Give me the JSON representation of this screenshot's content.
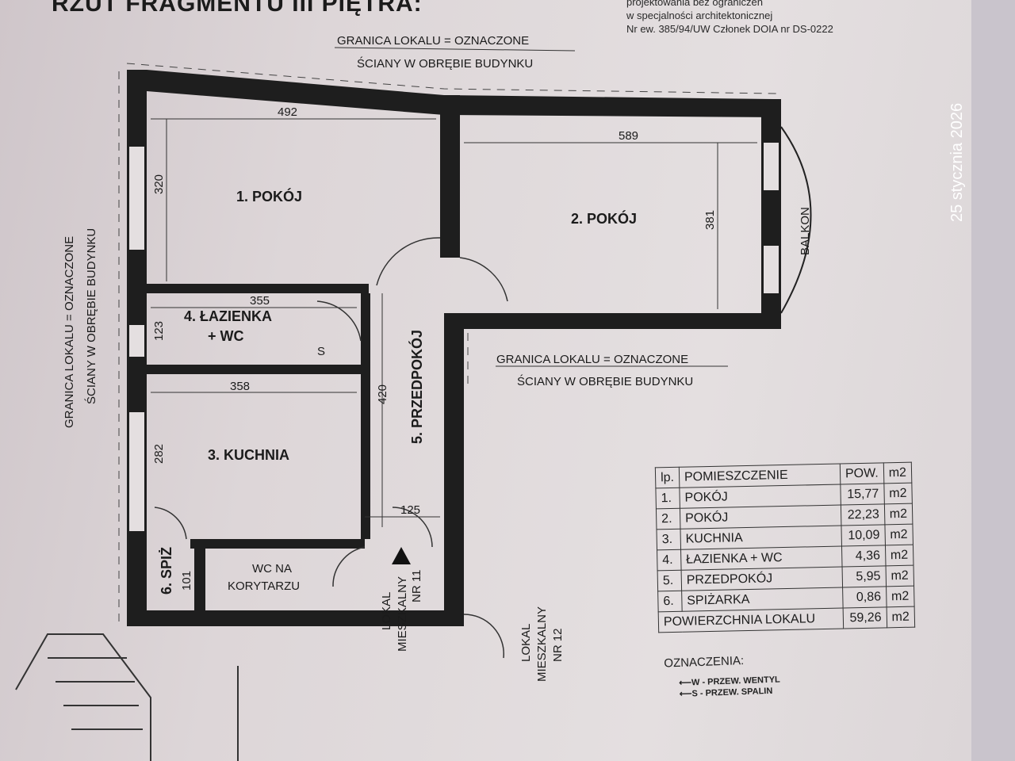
{
  "title": "RZUT FRAGMENTU III PIĘTRA:",
  "stamp": {
    "line1": "projektowania bez ograniczeń",
    "line2": "w specjalności architektonicznej",
    "line3": "Nr ew. 385/94/UW Członek DOIA nr DS-0222"
  },
  "timestamp": "25 stycznia 2026",
  "boundary_note": {
    "line1": "GRANICA LOKALU = OZNACZONE",
    "line2": "ŚCIANY W OBRĘBIE BUDYNKU"
  },
  "rooms": {
    "r1": "1. POKÓJ",
    "r2": "2. POKÓJ",
    "r3": "3. KUCHNIA",
    "r4a": "4. ŁAZIENKA",
    "r4b": "+ WC",
    "r5": "5. PRZEDPOKÓJ",
    "r6": "6. SPIŻ",
    "wc_a": "WC NA",
    "wc_b": "KORYTARZU",
    "balkon": "BALKON",
    "lokal11_a": "LOKAL",
    "lokal11_b": "MIESZKALNY",
    "lokal11_c": "NR 11",
    "lokal12_a": "LOKAL",
    "lokal12_b": "MIESZKALNY",
    "lokal12_c": "NR 12",
    "vent_s": "S"
  },
  "dimensions": {
    "d492": "492",
    "d589": "589",
    "d320": "320",
    "d381": "381",
    "d355": "355",
    "d123": "123",
    "d358": "358",
    "d282": "282",
    "d420": "420",
    "d125": "125",
    "d101": "101"
  },
  "table": {
    "headers": [
      "lp.",
      "POMIESZCZENIE",
      "POW.",
      "m2"
    ],
    "rows": [
      [
        "1.",
        "POKÓJ",
        "15,77",
        "m2"
      ],
      [
        "2.",
        "POKÓJ",
        "22,23",
        "m2"
      ],
      [
        "3.",
        "KUCHNIA",
        "10,09",
        "m2"
      ],
      [
        "4.",
        "ŁAZIENKA + WC",
        "4,36",
        "m2"
      ],
      [
        "5.",
        "PRZEDPOKÓJ",
        "5,95",
        "m2"
      ],
      [
        "6.",
        "SPIŻARKA",
        "0,86",
        "m2"
      ]
    ],
    "total": [
      "POWIERZCHNIA LOKALU",
      "59,26",
      "m2"
    ]
  },
  "legend": {
    "title": "OZNACZENIA:",
    "items": [
      "W - PRZEW. WENTYL",
      "S - PRZEW. SPALIN"
    ]
  },
  "colors": {
    "wall": "#1e1e1e",
    "paper": "#e0dadb"
  }
}
